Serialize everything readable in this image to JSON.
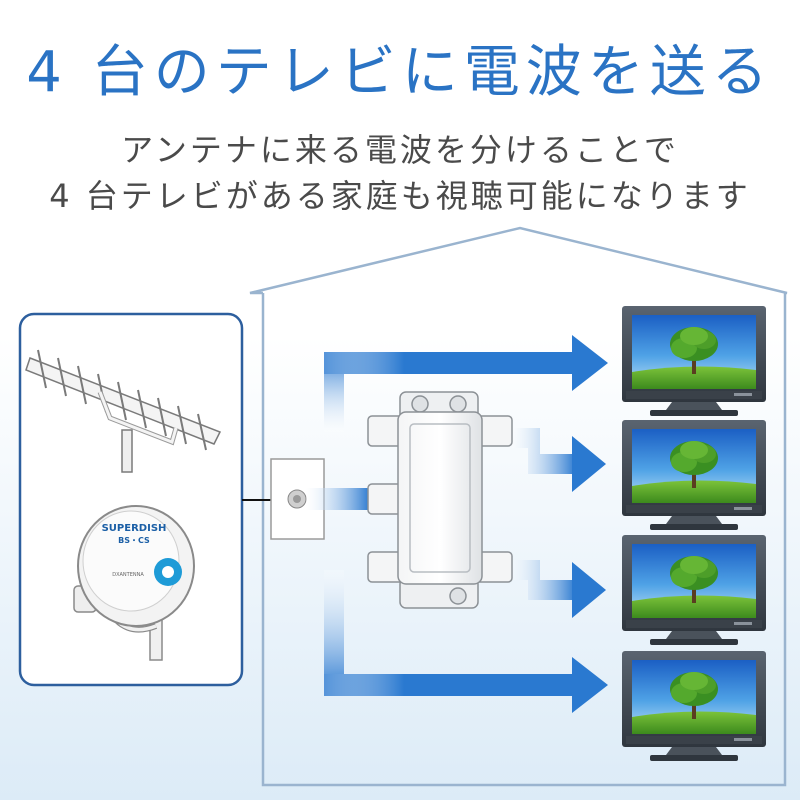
{
  "title": "4 台のテレビに電波を送る",
  "subtitle": {
    "line1": "アンテナに来る電波を分けることで",
    "line2": "4 台テレビがある家庭も視聴可能になります"
  },
  "antenna_box": {
    "dish_brand_line1": "SUPERDISH",
    "dish_brand_line2": "BS・CS",
    "dish_small_text": "DXANTENNA"
  },
  "colors": {
    "title": "#2a73c4",
    "arrow": "#2a79d0",
    "house_line": "#9ab4cf",
    "panel_border": "#2d5f9e"
  },
  "televisions": [
    {
      "count": 4
    }
  ],
  "icons": [
    "house-outline",
    "yagi-antenna-icon",
    "satellite-dish-icon",
    "wall-outlet-icon",
    "splitter-icon",
    "tv-icon"
  ]
}
